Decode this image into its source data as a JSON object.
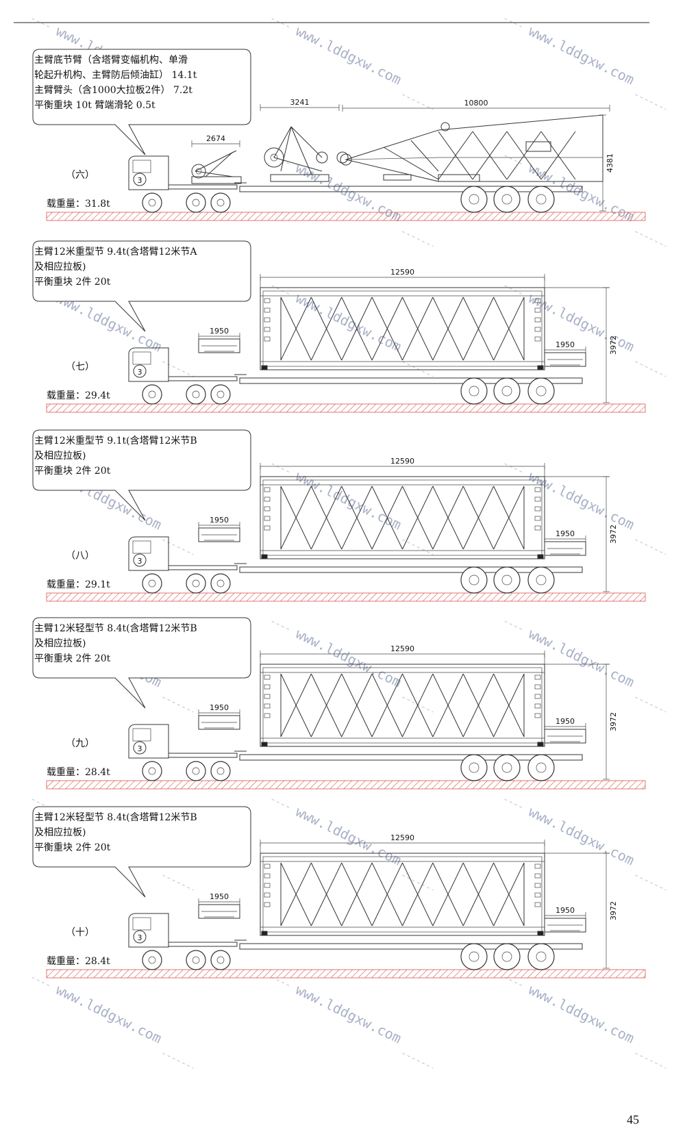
{
  "page_number": "45",
  "watermark": "www.lddgxw.com",
  "colors": {
    "ground_hatch": "#d9534f",
    "line": "#333333",
    "watermark": "#8a96b4"
  },
  "panels": [
    {
      "label": "（六）",
      "load": "载重量：31.8t",
      "callout": [
        "主臂底节臂（含塔臂变幅机构、单滑",
        "轮起升机构、主臂防后倾油缸） 14.1t",
        "主臂臂头（含1000大拉板2件） 7.2t",
        "平衡重块 10t          臂端滑轮  0.5t"
      ],
      "dims": {
        "d1": "2674",
        "d2": "3241",
        "d3": "10800",
        "h": "4381"
      },
      "truck_no": "3"
    },
    {
      "label": "（七）",
      "load": "载重量：29.4t",
      "callout": [
        "主臂12米重型节 9.4t(含塔臂12米节A",
        "及相应拉板)",
        "平衡重块 2件  20t"
      ],
      "dims": {
        "len": "12590",
        "blk1": "1950",
        "blk2": "1950",
        "h": "3972"
      },
      "truck_no": "3"
    },
    {
      "label": "（八）",
      "load": "载重量：29.1t",
      "callout": [
        "主臂12米重型节 9.1t(含塔臂12米节B",
        "及相应拉板)",
        "平衡重块 2件  20t"
      ],
      "dims": {
        "len": "12590",
        "blk1": "1950",
        "blk2": "1950",
        "h": "3972"
      },
      "truck_no": "3"
    },
    {
      "label": "（九）",
      "load": "载重量：28.4t",
      "callout": [
        "主臂12米轻型节 8.4t(含塔臂12米节B",
        "及相应拉板)",
        "平衡重块 2件  20t"
      ],
      "dims": {
        "len": "12590",
        "blk1": "1950",
        "blk2": "1950",
        "h": "3972"
      },
      "truck_no": "3"
    },
    {
      "label": "（十）",
      "load": "载重量：28.4t",
      "callout": [
        "主臂12米轻型节 8.4t(含塔臂12米节B",
        "及相应拉板)",
        "平衡重块 2件  20t"
      ],
      "dims": {
        "len": "12590",
        "blk1": "1950",
        "blk2": "1950",
        "h": "3972"
      },
      "truck_no": "3"
    }
  ]
}
